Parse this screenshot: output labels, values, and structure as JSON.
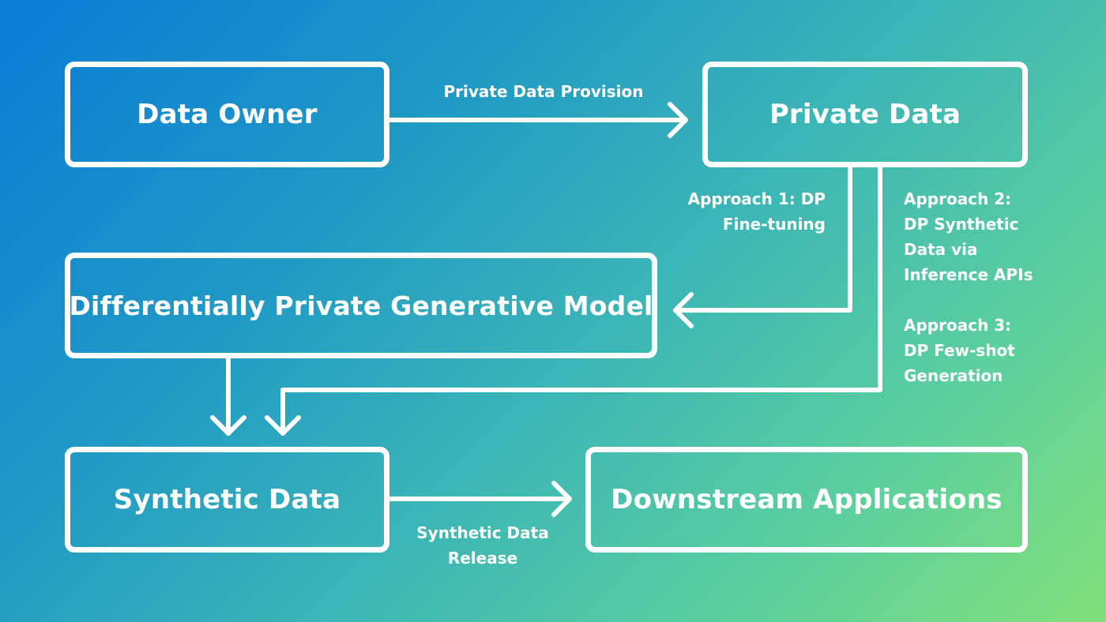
{
  "boxes": {
    "data_owner": "Data Owner",
    "private_data": "Private Data",
    "dp_model": "Differentially Private Generative Model",
    "synthetic_data": "Synthetic Data",
    "downstream": "Downstream Applications"
  },
  "edges": {
    "provision": "Private Data Provision",
    "approach1": [
      "Approach 1: DP",
      "Fine-tuning"
    ],
    "approach2": [
      "Approach 2:",
      "DP Synthetic",
      "Data via",
      "Inference APIs"
    ],
    "approach3": [
      "Approach 3:",
      "DP Few-shot",
      "Generation"
    ],
    "release": [
      "Synthetic Data",
      "Release"
    ]
  },
  "colors": {
    "gradient_start": "#0b7bd6",
    "gradient_end": "#82e07a",
    "foreground": "#ffffff"
  }
}
